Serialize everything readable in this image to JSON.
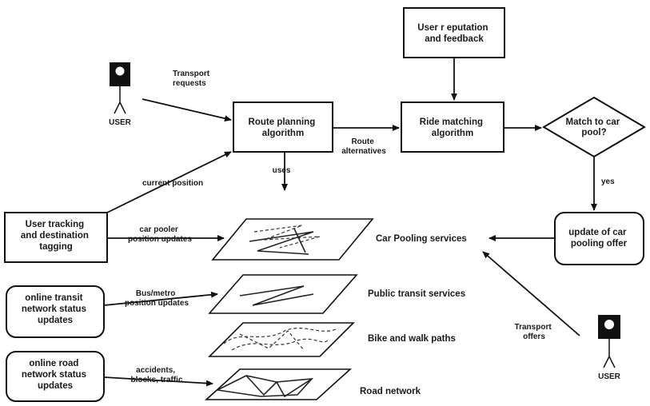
{
  "nodes": {
    "route_planning": [
      "Route planning",
      "algorithm"
    ],
    "ride_matching": [
      "Ride matching",
      "algorithm"
    ],
    "reputation": [
      "User r  eputation",
      "and feedback"
    ],
    "match_decision": [
      "Match to car",
      "pool?"
    ],
    "update_offer": [
      "update of car",
      "pooling offer"
    ],
    "user_tracking": [
      "User tracking",
      "and destination",
      "tagging"
    ],
    "transit_status": [
      "online transit",
      "network status",
      "updates"
    ],
    "road_status": [
      "online road",
      "network status",
      "updates"
    ]
  },
  "actors": {
    "user_left": "USER",
    "user_right": "USER"
  },
  "edge_labels": {
    "transport_requests": [
      "Transport",
      "requests"
    ],
    "current_position": "current position",
    "route_alternatives": [
      "Route",
      "alternatives"
    ],
    "uses": "uses",
    "yes": "yes",
    "car_pooler_updates": [
      "car pooler",
      "position updates"
    ],
    "bus_metro_updates": [
      "Bus/metro",
      "position updates"
    ],
    "road_events": [
      "accidents,",
      "blocks, traffic"
    ],
    "transport_offers": [
      "Transport",
      "offers"
    ]
  },
  "layers": {
    "car_pooling": "Car Pooling services",
    "public_transit": "Public transit services",
    "bike_walk": "Bike and walk paths",
    "road_network": "Road network"
  }
}
